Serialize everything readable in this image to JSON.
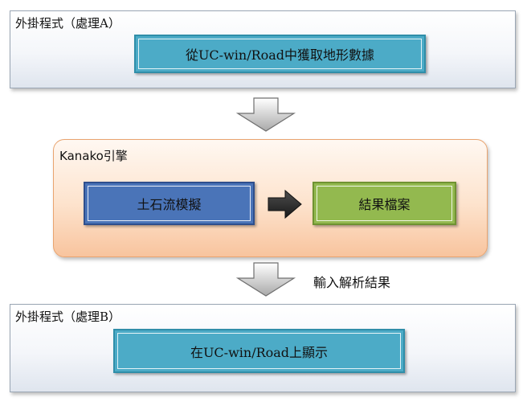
{
  "plugin_a": {
    "title": "外掛程式（處理A）",
    "step": "從UC-win/Road中獲取地形數據"
  },
  "kanako": {
    "title": "Kanako引擎",
    "simulation": "土石流模擬",
    "result": "結果檔案"
  },
  "transfer_note": "輸入解析結果",
  "plugin_b": {
    "title": "外掛程式（處理B）",
    "step": "在UC-win/Road上顯示"
  },
  "colors": {
    "teal_box": "#4cabc7",
    "blue_box": "#4a74b8",
    "green_box": "#93b94f",
    "engine_panel": "#fde3cd",
    "arrow_gray": "#c8c8c8"
  }
}
